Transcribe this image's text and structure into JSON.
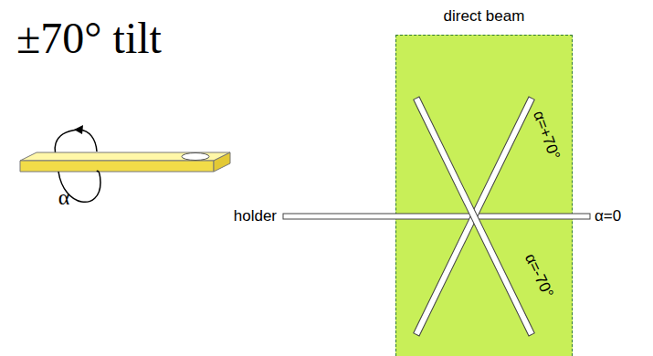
{
  "diagram": {
    "title": "±70° tilt",
    "nodes": [
      {
        "text": [
          "direct beam"
        ]
      }
    ],
    "labels": [
      "α",
      "holder",
      "α=0",
      "α=+70°",
      "α=-70°"
    ]
  }
}
